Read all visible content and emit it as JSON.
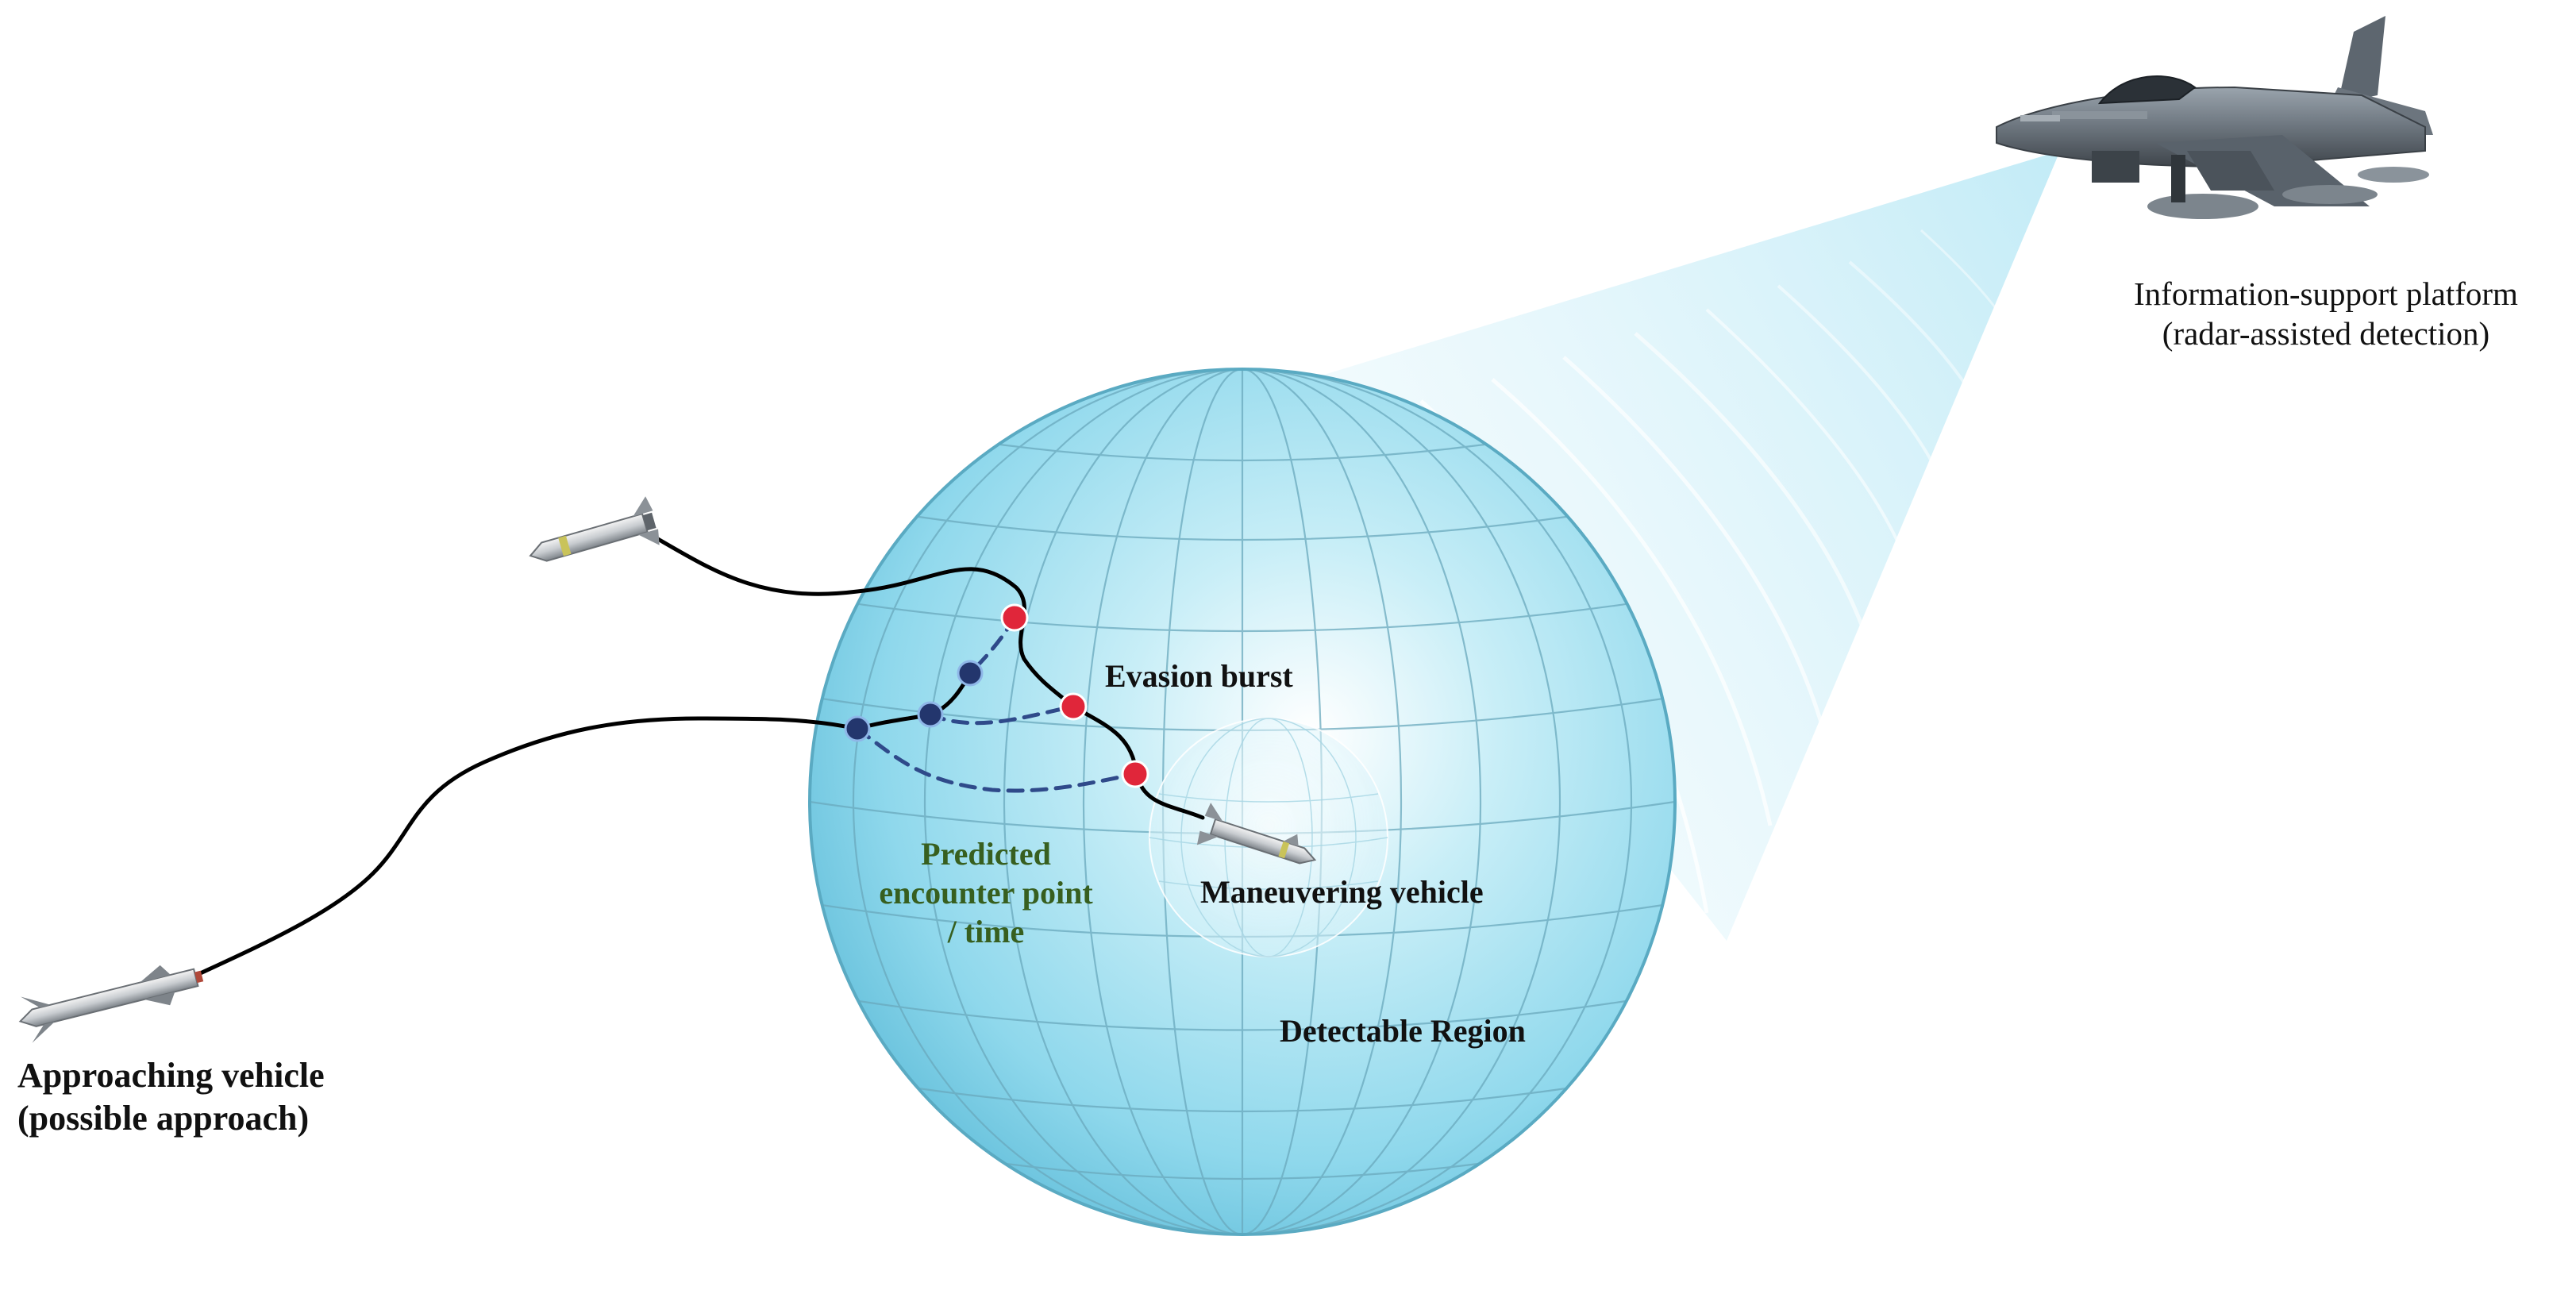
{
  "labels": {
    "platform_line1": "Information-support platform",
    "platform_line2": "(radar-assisted detection)",
    "approach_line1": "Approaching vehicle",
    "approach_line2": "(possible approach)",
    "evasion": "Evasion burst",
    "predicted_line1": "Predicted",
    "predicted_line2": "encounter point",
    "predicted_line3": "/ time",
    "maneuver": "Maneuvering vehicle",
    "region": "Detectable Region"
  },
  "colors": {
    "sphere_fill": "#8fd8ec",
    "sphere_grid": "#6aa9bd",
    "radar_beam": "#c9eef8",
    "trajectory": "#000000",
    "predicted_path": "#2f4a8a",
    "node_blue": "#23366d",
    "node_red": "#e0263a",
    "predicted_text": "#375f1f"
  },
  "icons": {
    "platform": "fighter-jet-icon",
    "approaching": "missile-icon",
    "second_vehicle": "missile-icon",
    "maneuvering": "missile-icon"
  }
}
